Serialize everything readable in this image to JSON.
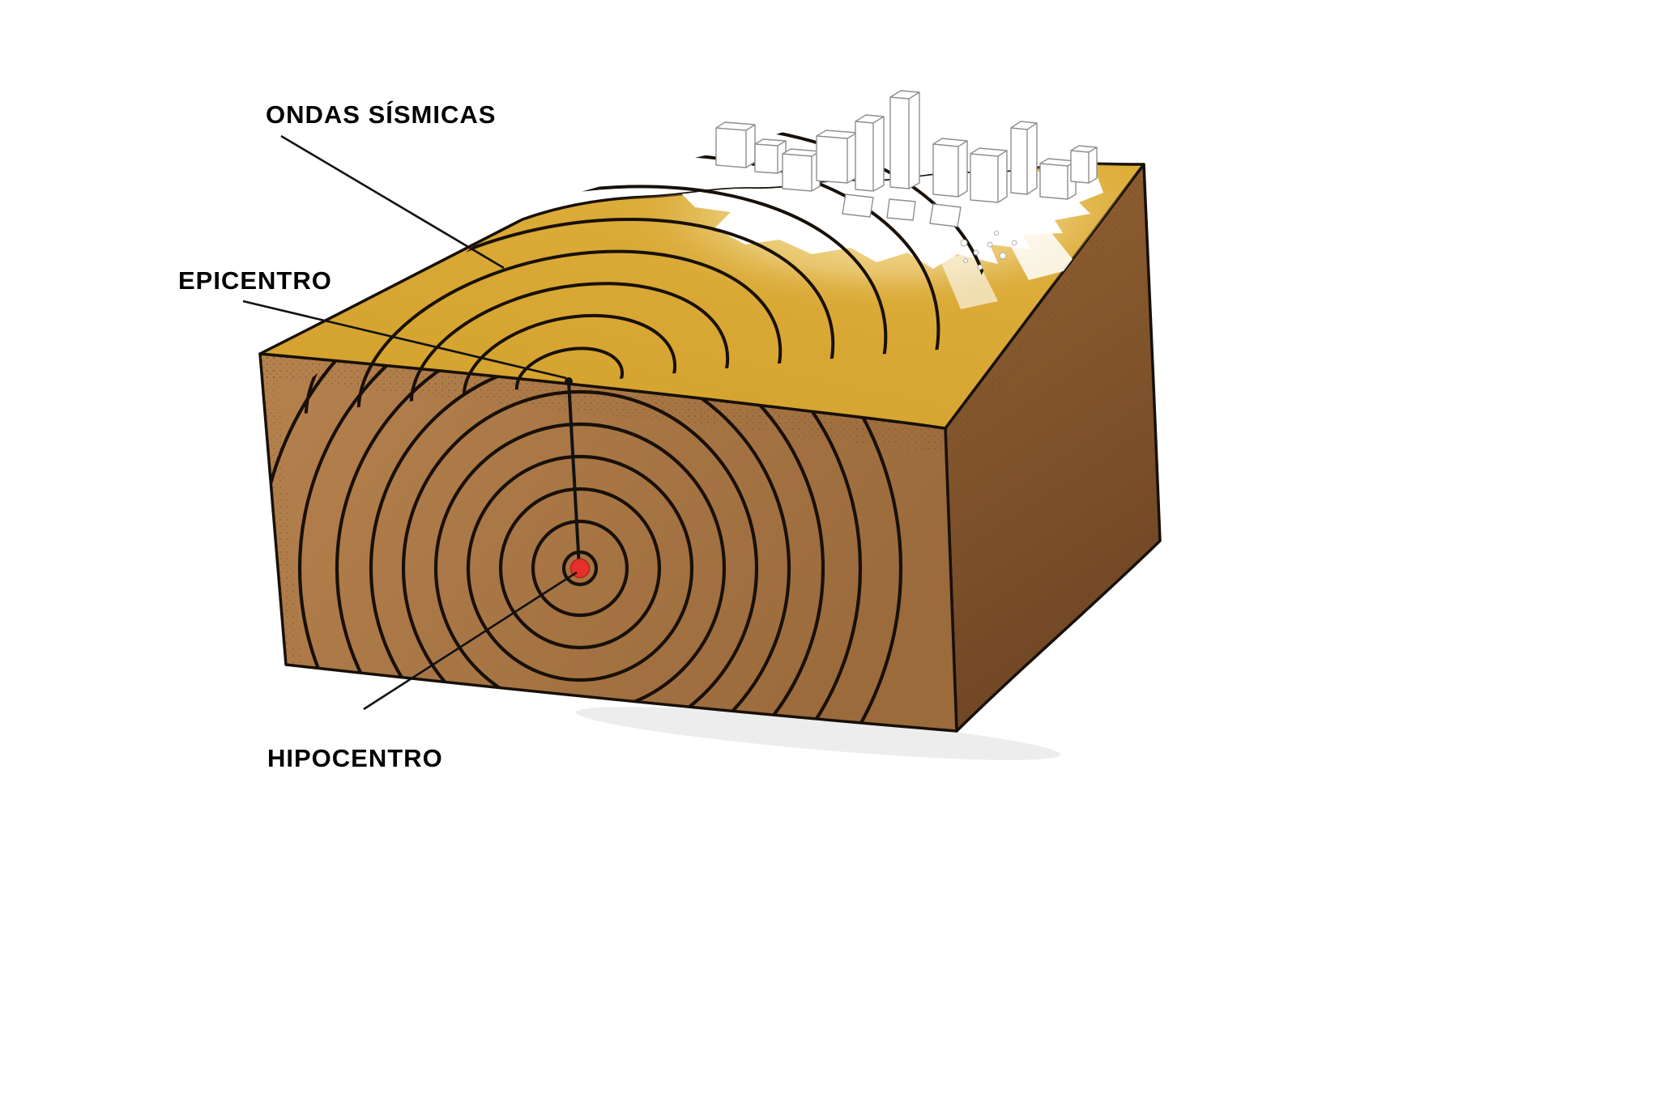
{
  "diagram": {
    "title": "Seismic waves block diagram",
    "labels": {
      "ondas_sismicas": "ONDAS SÍSMICAS",
      "epicentro": "EPICENTRO",
      "hipocentro": "HIPOCENTRO"
    },
    "colors": {
      "background": "#FFFFFF",
      "top_face": "#D6A52F",
      "front_face": "#A97747",
      "right_face": "#8A5A31",
      "wave_lines": "#181008",
      "hypocenter_dot": "#E5312A",
      "city": "#FFFFFF",
      "label_text": "#000000"
    },
    "elements": {
      "surface_wave_arc_count": 8,
      "body_wave_ring_count": 10
    }
  }
}
